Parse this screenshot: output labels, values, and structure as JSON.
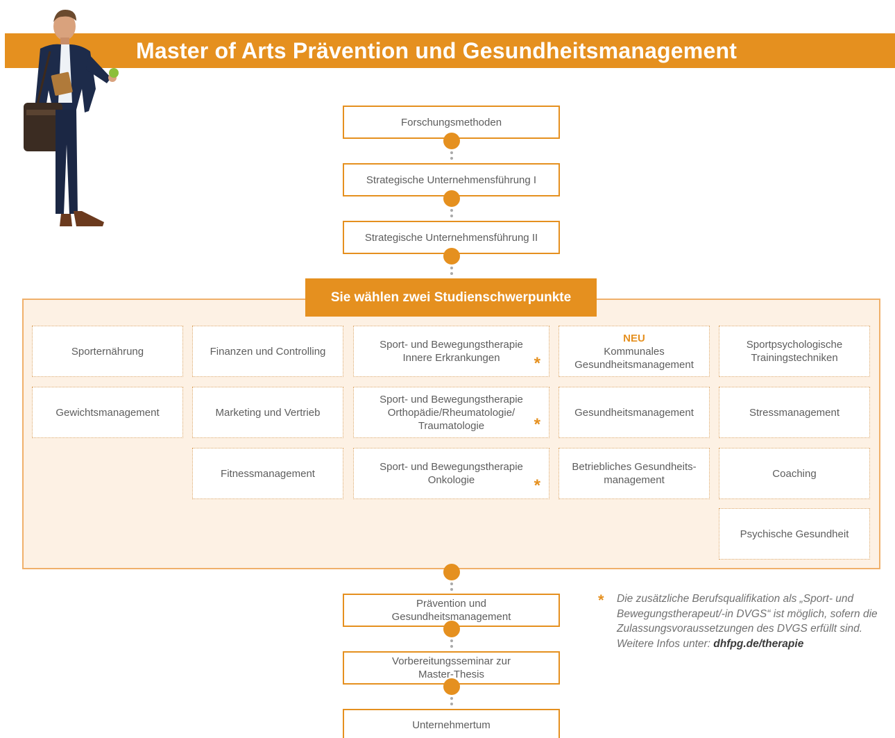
{
  "title": "Master of Arts Prävention und Gesundheitsmanagement",
  "colors": {
    "accent": "#e5901f",
    "panel_bg": "#fdf1e4"
  },
  "top_modules": [
    "Forschungsmethoden",
    "Strategische Unternehmensführung I",
    "Strategische Unternehmensführung II"
  ],
  "electives": {
    "header": "Sie wählen zwei Studienschwerpunkte",
    "col1": [
      "Sporternährung",
      "Gewichtsmanagement"
    ],
    "col2": [
      "Finanzen und Controlling",
      "Marketing und Vertrieb",
      "Fitnessmanagement"
    ],
    "col3": [
      {
        "line1": "Sport- und Bewegungstherapie",
        "line2": "Innere Erkrankungen",
        "line3": "",
        "star": "*"
      },
      {
        "line1": "Sport- und Bewegungstherapie",
        "line2": "Orthopädie/Rheumatologie/",
        "line3": "Traumatologie",
        "star": "*"
      },
      {
        "line1": "Sport- und Bewegungstherapie",
        "line2": "Onkologie",
        "line3": "",
        "star": "*"
      }
    ],
    "col4": [
      {
        "badge": "NEU",
        "line1": "Kommunales",
        "line2": "Gesundheitsmanagement"
      },
      {
        "badge": "",
        "line1": "Gesundheitsmanagement",
        "line2": ""
      },
      {
        "badge": "",
        "line1": "Betriebliches Gesundheits-",
        "line2": "management"
      }
    ],
    "col5": [
      {
        "line1": "Sportpsychologische",
        "line2": "Trainingstechniken"
      },
      {
        "line1": "Stressmanagement",
        "line2": ""
      },
      {
        "line1": "Coaching",
        "line2": ""
      },
      {
        "line1": "Psychische Gesundheit",
        "line2": ""
      }
    ]
  },
  "bottom_modules": [
    {
      "line1": "Prävention und",
      "line2": "Gesundheitsmanagement"
    },
    {
      "line1": "Vorbereitungsseminar zur",
      "line2": "Master-Thesis"
    },
    {
      "line1": "Unternehmertum",
      "line2": ""
    }
  ],
  "footnote": {
    "marker": "*",
    "text": "Die zusätzliche Berufsqualifikation als „Sport- und Bewegungstherapeut/-in DVGS“ ist möglich, sofern die Zulassungsvoraussetzungen des DVGS erfüllt sind. Weitere Infos unter: ",
    "link": "dhfpg.de/therapie"
  }
}
